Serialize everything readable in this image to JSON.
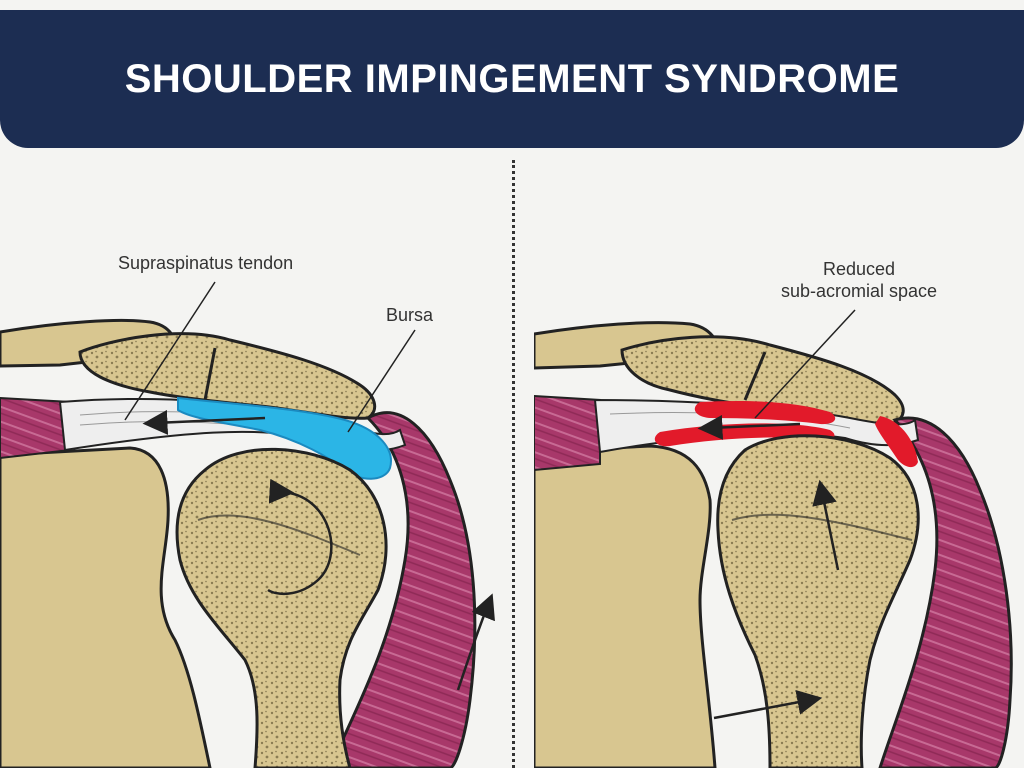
{
  "title": "SHOULDER IMPINGEMENT SYNDROME",
  "left_panel": {
    "labels": {
      "tendon": "Supraspinatus tendon",
      "bursa": "Bursa"
    }
  },
  "right_panel": {
    "labels": {
      "reduced_line1": "Reduced",
      "reduced_line2": "sub-acromial space"
    }
  },
  "colors": {
    "banner": "#1c2d52",
    "bone": "#d8c690",
    "bone_texture": "#8a7c52",
    "muscle": "#a8386a",
    "muscle_stripe": "#c86a94",
    "tendon": "#e8e8e8",
    "bursa": "#2bb5e6",
    "inflamed": "#e21a2a"
  }
}
